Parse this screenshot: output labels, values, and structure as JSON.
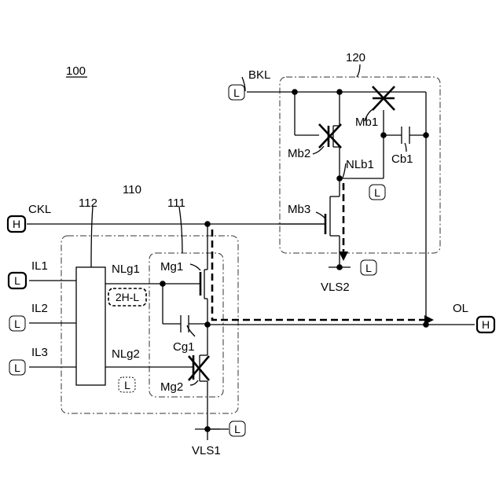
{
  "figure": {
    "figure_ref": "100",
    "circuit_ref": "110",
    "logic_ref": "112",
    "buffer_ref": "111",
    "booster_ref": "120"
  },
  "signals": {
    "bkl": "BKL",
    "ckl": "CKL",
    "il1": "IL1",
    "il2": "IL2",
    "il3": "IL3",
    "ol": "OL",
    "vls1": "VLS1",
    "vls2": "VLS2"
  },
  "components": {
    "mg1": "Mg1",
    "mg2": "Mg2",
    "cg1": "Cg1",
    "mb1": "Mb1",
    "mb2": "Mb2",
    "mb3": "Mb3",
    "cb1": "Cb1"
  },
  "nodes": {
    "nlg1": "NLg1",
    "nlg2": "NLg2",
    "nlb1": "NLb1"
  },
  "levels": {
    "bkl": "L",
    "ckl": "H",
    "il1": "L",
    "il2": "L",
    "il3": "L",
    "nlg1": "2H-L",
    "nlg2": "L",
    "nlb1": "L",
    "vls1": "L",
    "vls2": "L",
    "ol": "H"
  }
}
